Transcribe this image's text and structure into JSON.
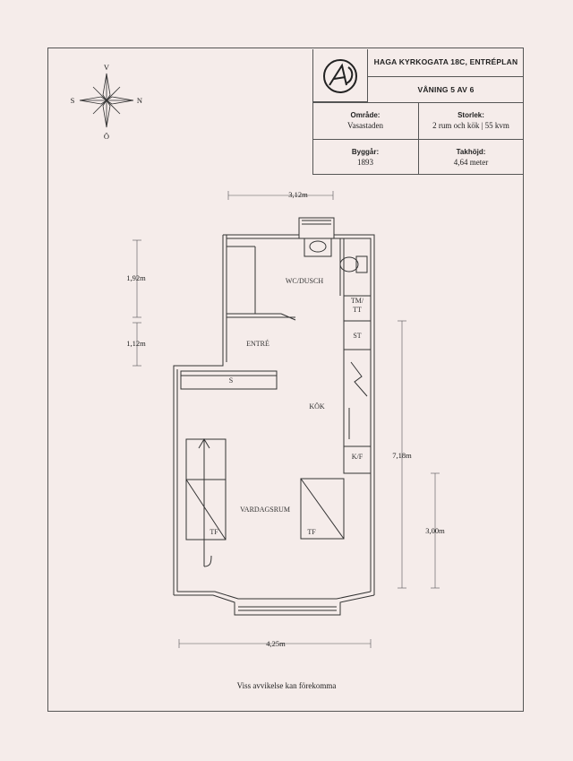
{
  "header": {
    "address": "HAGA KYRKOGATA 18C, ENTRÉPLAN",
    "floor": "VÅNING 5 AV 6",
    "logo_icon": "circle-monogram-logo"
  },
  "info": {
    "area_label": "Område:",
    "area_value": "Vasastaden",
    "size_label": "Storlek:",
    "size_value": "2 rum och kök | 55 kvm",
    "built_label": "Byggår:",
    "built_value": "1893",
    "ceiling_label": "Takhöjd:",
    "ceiling_value": "4,64 meter"
  },
  "compass": {
    "north": "N",
    "south": "S",
    "east": "Ö",
    "west": "V"
  },
  "rooms": {
    "wc": "WC/DUSCH",
    "entre": "ENTRÉ",
    "kok": "KÖK",
    "vardagsrum": "VARDAGSRUM",
    "tm_tt_line1": "TM/",
    "tm_tt_line2": "TT",
    "st": "ST",
    "kf": "K/F",
    "s": "S",
    "tf_left": "TF",
    "tf_right": "TF"
  },
  "dimensions": {
    "top_width": "3,12m",
    "bottom_width": "4,25m",
    "left_upper": "1,92m",
    "left_lower": "1,12m",
    "right_tall": "7,18m",
    "right_short": "3,00m"
  },
  "footer_note": "Viss avvikelse kan förekomma"
}
